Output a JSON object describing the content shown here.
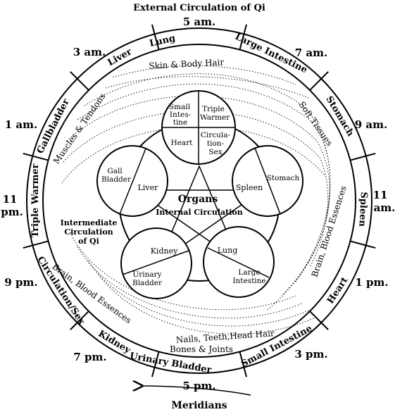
{
  "title": "External Circulation of Qi",
  "meridians_label": "Meridians",
  "times": {
    "t5am": "5 am.",
    "t7am": "7 am.",
    "t9am": "9 am.",
    "t11am_a": "11",
    "t11am_b": "am.",
    "t1pm": "1 pm.",
    "t3pm": "3 pm.",
    "t5pm": "5 pm.",
    "t7pm": "7 pm.",
    "t9pm": "9 pm.",
    "t11pm_a": "11",
    "t11pm_b": "pm.",
    "t1am": "1 am.",
    "t3am": "3 am."
  },
  "ring_meridians": {
    "lung": "Lung",
    "large_intestine": "Large Intestine",
    "stomach": "Stomach",
    "spleen": "Spleen",
    "heart": "Heart",
    "small_intestine": "Small Intestine",
    "urinary_bladder": "Urinary Bladder",
    "kidney": "Kidney",
    "circulation_sex": "Circulation/Sex",
    "triple_warmer": "Triple Warmer",
    "gallbladder": "Gallbladder",
    "liver": "Liver"
  },
  "tissues": {
    "skin": "Skin & Body Hair",
    "soft": "Soft Tissues",
    "blood": "Brain, Blood Essences",
    "nails": "Nails, Teeth,Head Hair",
    "bones": "Bones & Joints",
    "brain_left": "Brain, Blood Essences",
    "muscles": "Muscles & Tendons"
  },
  "organs": {
    "small_int_1": "Small",
    "small_int_2": "Intes-",
    "small_int_3": "tine",
    "triple_1": "Triple",
    "triple_2": "Warmer",
    "heart": "Heart",
    "circ_1": "Circula-",
    "circ_2": "tion-",
    "circ_3": "Sex",
    "gall_1": "Gall",
    "gall_2": "Bladder",
    "liver": "Liver",
    "spleen": "Spleen",
    "stomach": "Stomach",
    "kidney": "Kidney",
    "urinary_1": "Urinary",
    "urinary_2": "Bladder",
    "lung": "Lung",
    "large_int_1": "Large",
    "large_int_2": "Intestine"
  },
  "center": {
    "organs": "Organs",
    "internal": "Internal Circulation"
  },
  "intermediate": {
    "line1": "Intermediate",
    "line2": "Circulation",
    "line3": "of Qi"
  }
}
